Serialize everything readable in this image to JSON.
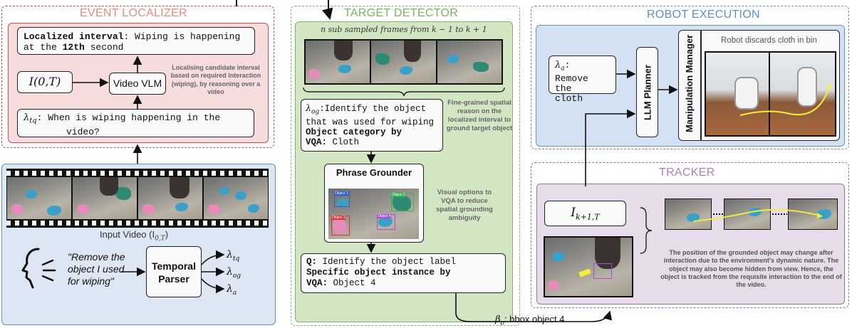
{
  "event_localizer": {
    "title": "EVENT LOCALIZER",
    "localized_interval_label": "Localized interval",
    "localized_interval_text_a": ": Wiping is happening",
    "localized_interval_text_b": "at the ",
    "localized_interval_bold": "12th",
    "localized_interval_text_c": " second",
    "input_box": "I(0,T)",
    "vlm_box": "Video VLM",
    "note": "Localising candidate interval based on required interaction (wiping), by reasoning over a video",
    "query_symbol": "λ",
    "query_sub": "tq",
    "query_text_a": ": When is wiping happening in the",
    "query_text_b": "video?"
  },
  "input_video": {
    "caption": "Input Video (I",
    "caption_sub": "0,T",
    "caption_end": ")"
  },
  "temporal_parser": {
    "quote_a": "\"Remove the",
    "quote_b": "object I used",
    "quote_c": "for wiping\"",
    "box_a": "Temporal",
    "box_b": "Parser",
    "out_tq": "tq",
    "out_og": "og",
    "out_a": "a"
  },
  "target_detector": {
    "title": "TARGET DETECTOR",
    "frames_caption_a": "n sub sampled frames from ",
    "frames_caption_b": "k − 1 to k + 1",
    "query_sub": "og",
    "query_text_a": ":Identify the object",
    "query_text_b": "that was used for wiping",
    "category_label": "Object category by",
    "category_vqa": "VQA:",
    "category_value": " Cloth",
    "note_fine": "Fine-grained spatial reason on the localized interval to ground target object",
    "phrase_grounder": "Phrase Grounder",
    "note_visual": "Visual options to VQA to reduce spatial grounding ambiguity",
    "q_label": "Q:",
    "q_text": " Identify the object label",
    "specific_label_a": "Specific object instance by",
    "specific_vqa": "VQA:",
    "specific_value": " Object 4",
    "bbox_labels": [
      "Object 1",
      "Object 2",
      "Object 3",
      "Object 4"
    ]
  },
  "robot_execution": {
    "title": "ROBOT EXECUTION",
    "lambda_sub": "a",
    "lambda_text_a": ":",
    "lambda_text_b": "Remove the",
    "lambda_text_c": "cloth",
    "llm_planner": "LLM Planner",
    "manipulation_manager": "Manipulation Manager",
    "video_caption": "Robot discards cloth in  bin"
  },
  "tracker": {
    "title": "TRACKER",
    "input_symbol": "I",
    "input_sub": "k+1,T",
    "note": "The position of the grounded object may change after interaction due to the environment's dynamic nature. The object may also become hidden from view. Hence, the object is tracked from the requisite interaction to the end of the video."
  },
  "connector": {
    "beta_symbol": "β",
    "beta_sub": "o",
    "beta_text": ": bbox object 4"
  },
  "colors": {
    "event_bg": "#f6dcdc",
    "event_border": "#c0504d",
    "target_bg": "#d3e6c4",
    "target_border": "#82b366",
    "robot_bg": "#d4e1f2",
    "robot_border": "#6c8ebf",
    "tracker_bg": "#e6dcea",
    "tracker_border": "#9673a6"
  }
}
